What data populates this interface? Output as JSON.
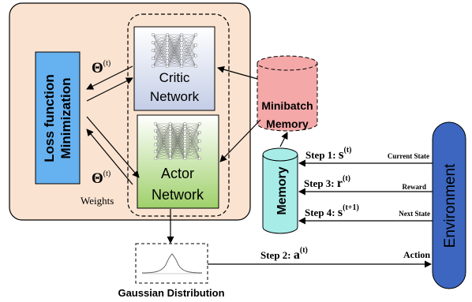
{
  "loss_box": {
    "line1": "Loss function",
    "line2": "Minimization"
  },
  "critic": {
    "line1": "Critic",
    "line2": "Network"
  },
  "actor": {
    "line1": "Actor",
    "line2": "Network"
  },
  "theta_top": {
    "symbol": "Θ",
    "sup": "(t)"
  },
  "theta_bottom": {
    "symbol": "Θ",
    "sup": "(t)",
    "caption": "Weights"
  },
  "minibatch": {
    "line1": "Minibatch",
    "line2": "Memory"
  },
  "memory": {
    "label": "Memory"
  },
  "environment": {
    "label": "Environment"
  },
  "gaussian": {
    "label": "Gaussian Distribution"
  },
  "steps": {
    "step1": {
      "prefix": "Step 1: ",
      "var": "s",
      "sup": "(t)",
      "tag": "Current State"
    },
    "step3": {
      "prefix": "Step 3: ",
      "var": "r",
      "sup": "(t)",
      "tag": "Reward"
    },
    "step4": {
      "prefix": "Step 4: ",
      "var": "s",
      "sup": "(t+1)",
      "tag": "Next State"
    },
    "step2": {
      "prefix": "Step 2: ",
      "var": "a",
      "sup": "(t)",
      "tag": "Action"
    }
  },
  "colors": {
    "outer_panel": "#fae3d1",
    "loss_box": "#66b1f0",
    "critic_gradient_top": "#ffffff",
    "critic_gradient_bottom": "#c3cde6",
    "actor_gradient_top": "#ffffff",
    "actor_gradient_bottom": "#9ed06a",
    "minibatch_cylinder": "#f4a8a8",
    "memory_cylinder": "#a8ece8",
    "environment_fill": "#3c66bf"
  }
}
